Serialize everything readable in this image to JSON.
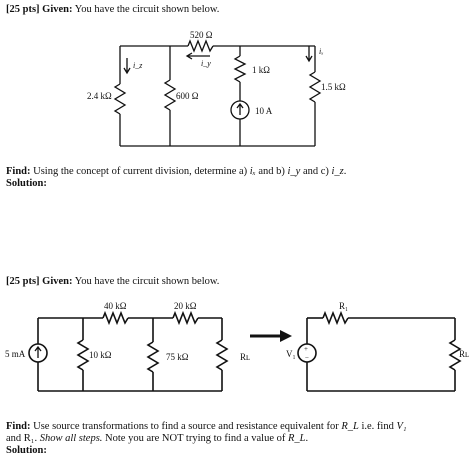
{
  "problem1": {
    "header_points": "[25 pts]",
    "header_given": "Given:",
    "header_text": "You have the circuit shown below.",
    "circuit": {
      "r_top": "520 Ω",
      "r_left": "2.4 kΩ",
      "r_mid": "600 Ω",
      "r_1k": "1 kΩ",
      "r_right": "1.5 kΩ",
      "source": "10 A",
      "i_x": "iₓ",
      "i_y": "i_y",
      "i_z": "i_z"
    },
    "find_label": "Find:",
    "find_pre": "Using the concept of current division, determine a)",
    "find_ix": "iₓ",
    "find_and_b": "and b)",
    "find_iy": "i_y",
    "find_and_c": "and c)",
    "find_iz": "i_z",
    "find_end": ".",
    "solution": "Solution:"
  },
  "problem2": {
    "header_points": "[25 pts]",
    "header_given": "Given:",
    "header_text": "You have the circuit shown below.",
    "circuit": {
      "r_40k": "40 kΩ",
      "r_20k": "20 kΩ",
      "r_10k": "10 kΩ",
      "r_75k": "75 kΩ",
      "rl_left": "Rʟ",
      "source": "5 mA",
      "r1": "R₁",
      "v1": "V₁",
      "rl_right": "Rʟ"
    },
    "find_label": "Find:",
    "find_line1_pre": "Use source transformations to find a source and resistance equivalent for",
    "find_rl": "R_L",
    "find_line1_mid": "i.e. find",
    "find_v1": "V₁",
    "find_line2_pre": "and R₁.",
    "find_show": "Show all steps.",
    "find_line2_mid": "Note you are NOT trying to find a value of",
    "find_rl2": "R_L",
    "find_end": ".",
    "solution": "Solution:"
  }
}
